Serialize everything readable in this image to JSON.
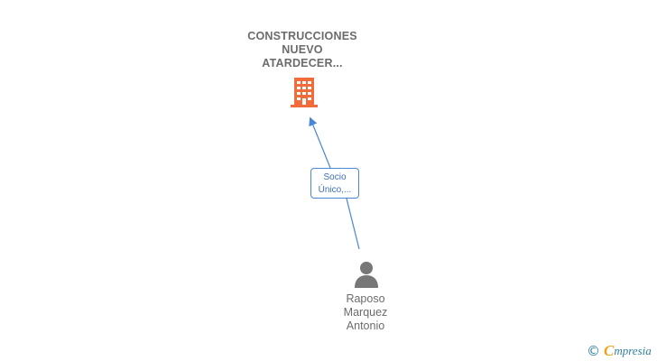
{
  "company": {
    "name_lines": [
      "CONSTRUCCIONES",
      "NUEVO",
      "ATARDECER..."
    ],
    "icon": "building-icon",
    "icon_color": "#f26b3a"
  },
  "relation": {
    "label_lines": [
      "Socio",
      "Único,..."
    ],
    "color": "#4a86d8"
  },
  "person": {
    "name_lines": [
      "Raposo",
      "Marquez",
      "Antonio"
    ],
    "icon": "person-icon",
    "icon_color": "#777777"
  },
  "brand": {
    "copyright": "©",
    "logo_first": "C",
    "logo_rest": "mpresia"
  }
}
